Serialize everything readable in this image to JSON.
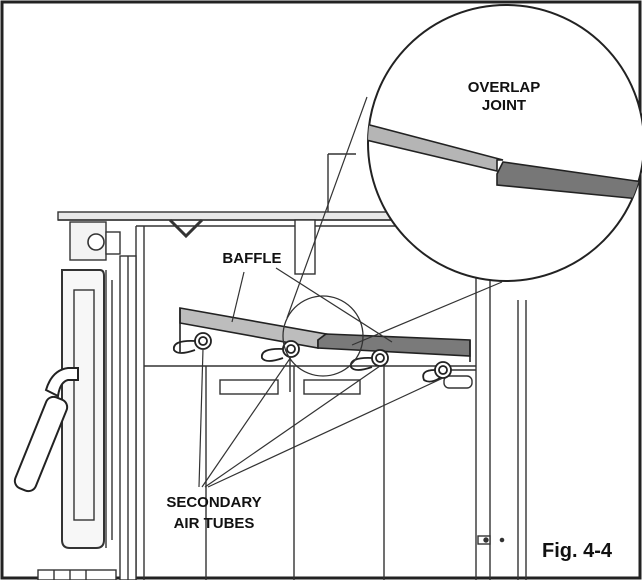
{
  "labels": {
    "overlap_line1": "OVERLAP",
    "overlap_line2": "JOINT",
    "baffle": "BAFFLE",
    "secondary_line1": "SECONDARY",
    "secondary_line2": "AIR TUBES",
    "figure": "Fig. 4-4"
  }
}
